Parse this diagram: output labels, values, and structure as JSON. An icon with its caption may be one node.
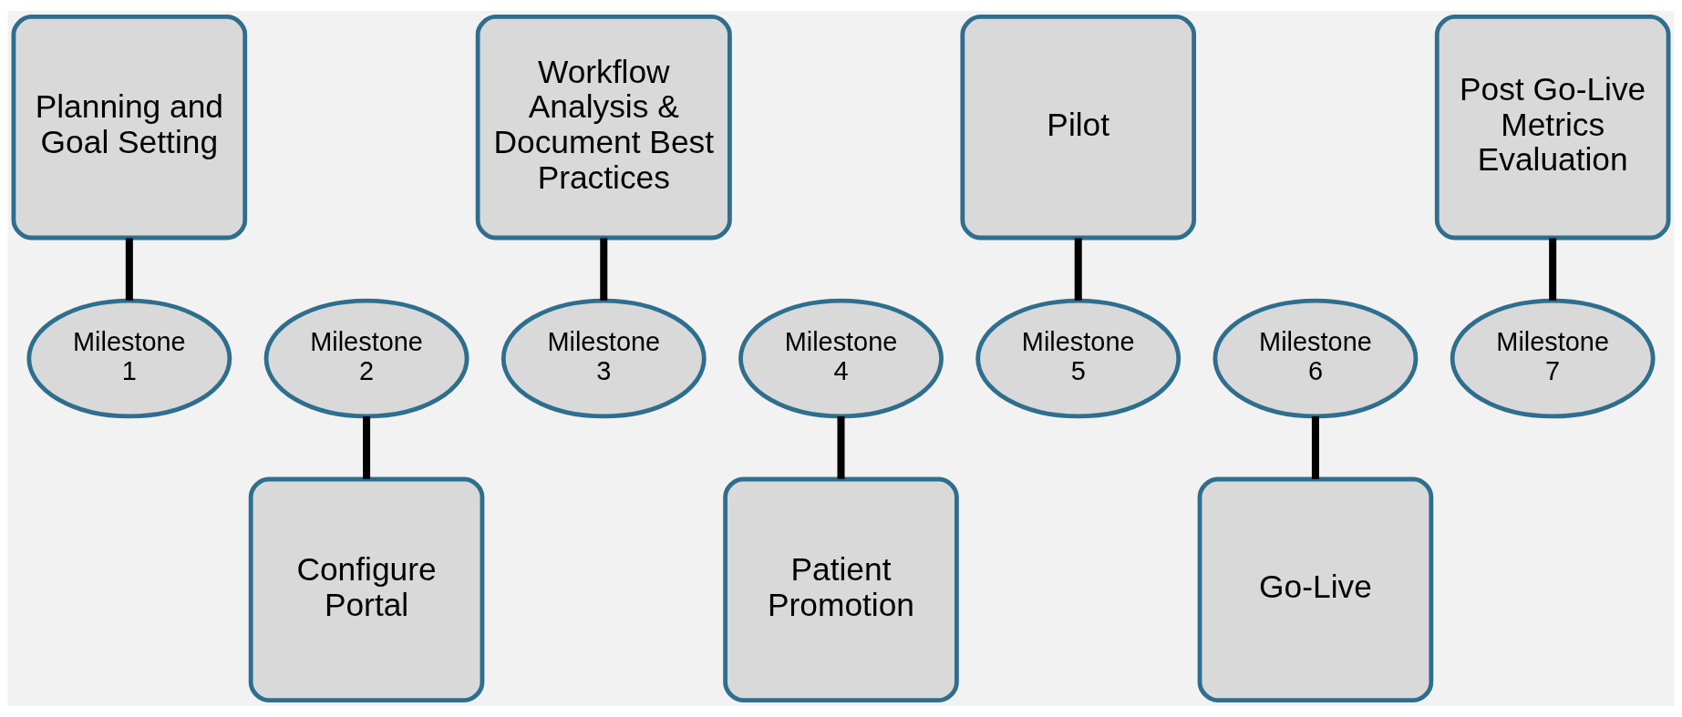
{
  "diagram": {
    "nodes": [
      {
        "text": [
          "Planning and Goal Setting"
        ]
      },
      {
        "text": [
          "Milestone 1"
        ]
      },
      {
        "text": [
          "Milestone 2"
        ]
      },
      {
        "text": [
          "Configure Portal"
        ]
      },
      {
        "text": [
          "Workflow Analysis & Document Best Practices"
        ]
      },
      {
        "text": [
          "Milestone 3"
        ]
      },
      {
        "text": [
          "Milestone 4"
        ]
      },
      {
        "text": [
          "Patient Promotion"
        ]
      },
      {
        "text": [
          "Pilot"
        ]
      },
      {
        "text": [
          "Milestone 5"
        ]
      },
      {
        "text": [
          "Milestone 6"
        ]
      },
      {
        "text": [
          "Go-Live"
        ]
      },
      {
        "text": [
          "Post Go-Live Metrics Evaluation"
        ]
      },
      {
        "text": [
          "Milestone 7"
        ]
      }
    ],
    "edges": [
      {
        "from": 0,
        "to": 1,
        "arrow": "none"
      },
      {
        "from": 2,
        "to": 3,
        "arrow": "none"
      },
      {
        "from": 4,
        "to": 5,
        "arrow": "none"
      },
      {
        "from": 6,
        "to": 7,
        "arrow": "none"
      },
      {
        "from": 8,
        "to": 9,
        "arrow": "none"
      },
      {
        "from": 10,
        "to": 11,
        "arrow": "none"
      },
      {
        "from": 12,
        "to": 13,
        "arrow": "none"
      }
    ]
  }
}
